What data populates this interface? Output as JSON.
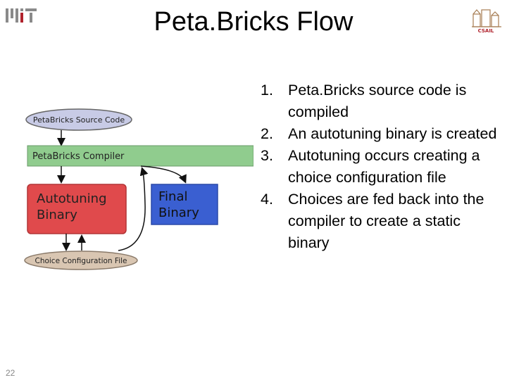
{
  "slide": {
    "title": "Peta.Bricks Flow",
    "slide_number": "22",
    "logos": {
      "left": "mit-logo",
      "right": "csail-logo"
    }
  },
  "diagram": {
    "source_node": "PetaBricks Source Code",
    "compiler_node": "PetaBricks Compiler",
    "autotuning_node_line1": "Autotuning",
    "autotuning_node_line2": "Binary",
    "final_node_line1": "Final",
    "final_node_line2": "Binary",
    "config_node": "Choice Configuration File",
    "colors": {
      "source_fill": "#c8cbe6",
      "compiler_fill": "#90cc8e",
      "autotuning_fill": "#e04a4c",
      "final_fill": "#3a5fd1",
      "config_fill": "#d9c6b2"
    }
  },
  "steps": [
    {
      "num": "1.",
      "text": "Peta.Bricks source code is compiled"
    },
    {
      "num": "2.",
      "text": "An autotuning binary is created"
    },
    {
      "num": "3.",
      "text": "Autotuning occurs creating a choice configuration file"
    },
    {
      "num": "4.",
      "text": "Choices are fed back into the compiler to create a static binary"
    }
  ]
}
